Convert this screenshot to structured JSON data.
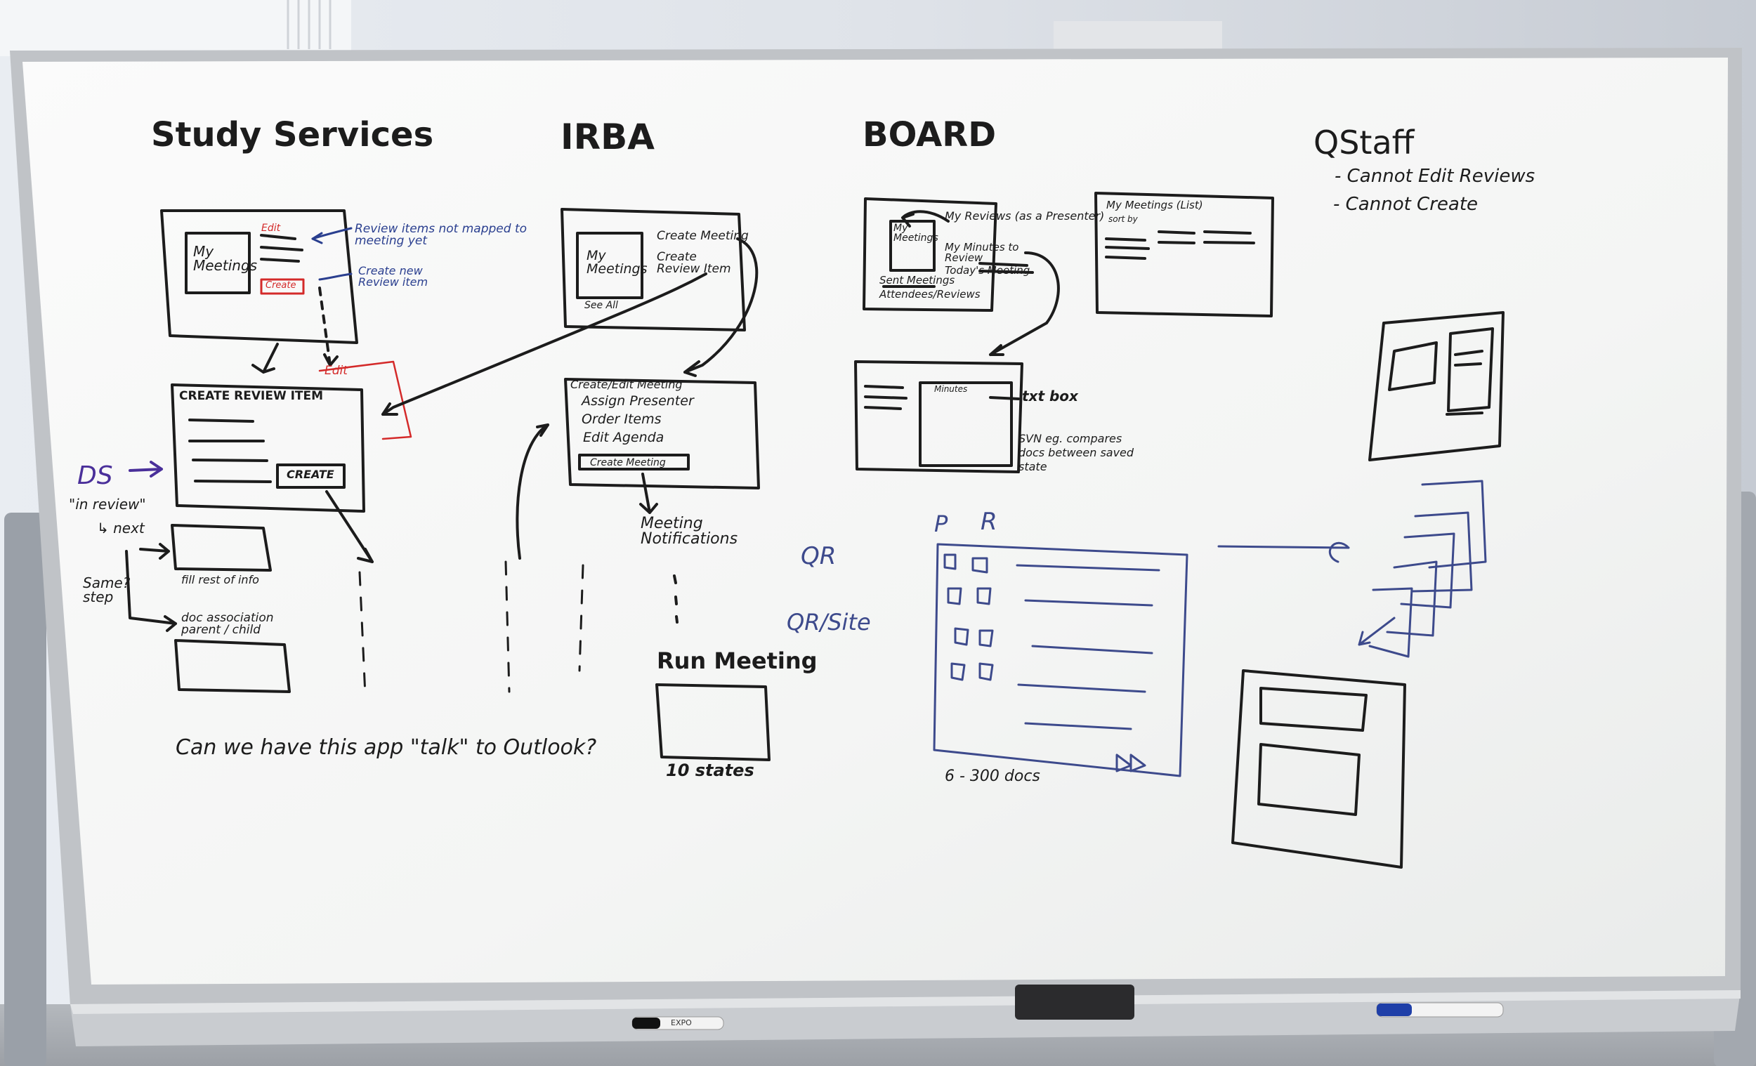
{
  "board": {
    "headings": {
      "study_services": "Study Services",
      "irba": "IRBA",
      "board": "BOARD",
      "qstaff": "QStaff"
    },
    "qstaff_notes": [
      "- Cannot Edit Reviews",
      "- Cannot Create"
    ],
    "study_services_notes": {
      "my_meetings": "My Meetings",
      "edit": "Edit",
      "create": "Create",
      "review_items_note": "Review items not mapped to meeting yet",
      "create_new_note": "Create new Review item",
      "edit_tab": "Edit",
      "create_review_item": "CREATE REVIEW ITEM",
      "create_button": "CREATE",
      "ds": "DS",
      "in_review": "\"in review\"",
      "next": "↳ next",
      "same_step": "Same? step",
      "fill_rest": "fill rest of info",
      "doc_association": "doc association parent / child",
      "outlook_question": "Can we have this app \"talk\" to Outlook?"
    },
    "irba_notes": {
      "my_meetings": "My Meetings",
      "see_all": "See All",
      "create_meeting": "Create Meeting",
      "create_review_item": "Create Review Item",
      "create_edit_meeting": "Create/Edit Meeting",
      "assign_presenter": "Assign Presenter",
      "order_items": "Order Items",
      "edit_agenda": "Edit Agenda",
      "create_meeting_button": "Create Meeting",
      "meeting_notifications": "Meeting Notifications",
      "run_meeting": "Run Meeting",
      "ten_states": "10 states"
    },
    "board_notes": {
      "my_meetings": "My Meetings",
      "my_reviews": "My Reviews (as a Presenter)",
      "my_minutes": "My Minutes to Review",
      "todays_meeting": "Today's Meeting",
      "sent_meetings": "Sent Meetings",
      "attendees": "Attendees/Reviews",
      "my_meetings_list": "My Meetings (List)",
      "sort_by": "sort by",
      "minutes": "Minutes",
      "txt_box": "txt box",
      "svn_note": "SVN eg. compares docs between saved state",
      "p": "P",
      "r": "R",
      "qr": "QR",
      "qr_site": "QR/Site",
      "docs_count": "6 - 300 docs"
    },
    "marker_brand": "EXPO"
  },
  "colors": {
    "board": "#f6f7f6",
    "frame": "#b9bcc0",
    "ink_black": "#1c1c1c",
    "ink_blue": "#2a3f8f",
    "ink_red": "#d42a2a",
    "ink_purple": "#4a2f9a",
    "wall": "#e7eaee"
  }
}
